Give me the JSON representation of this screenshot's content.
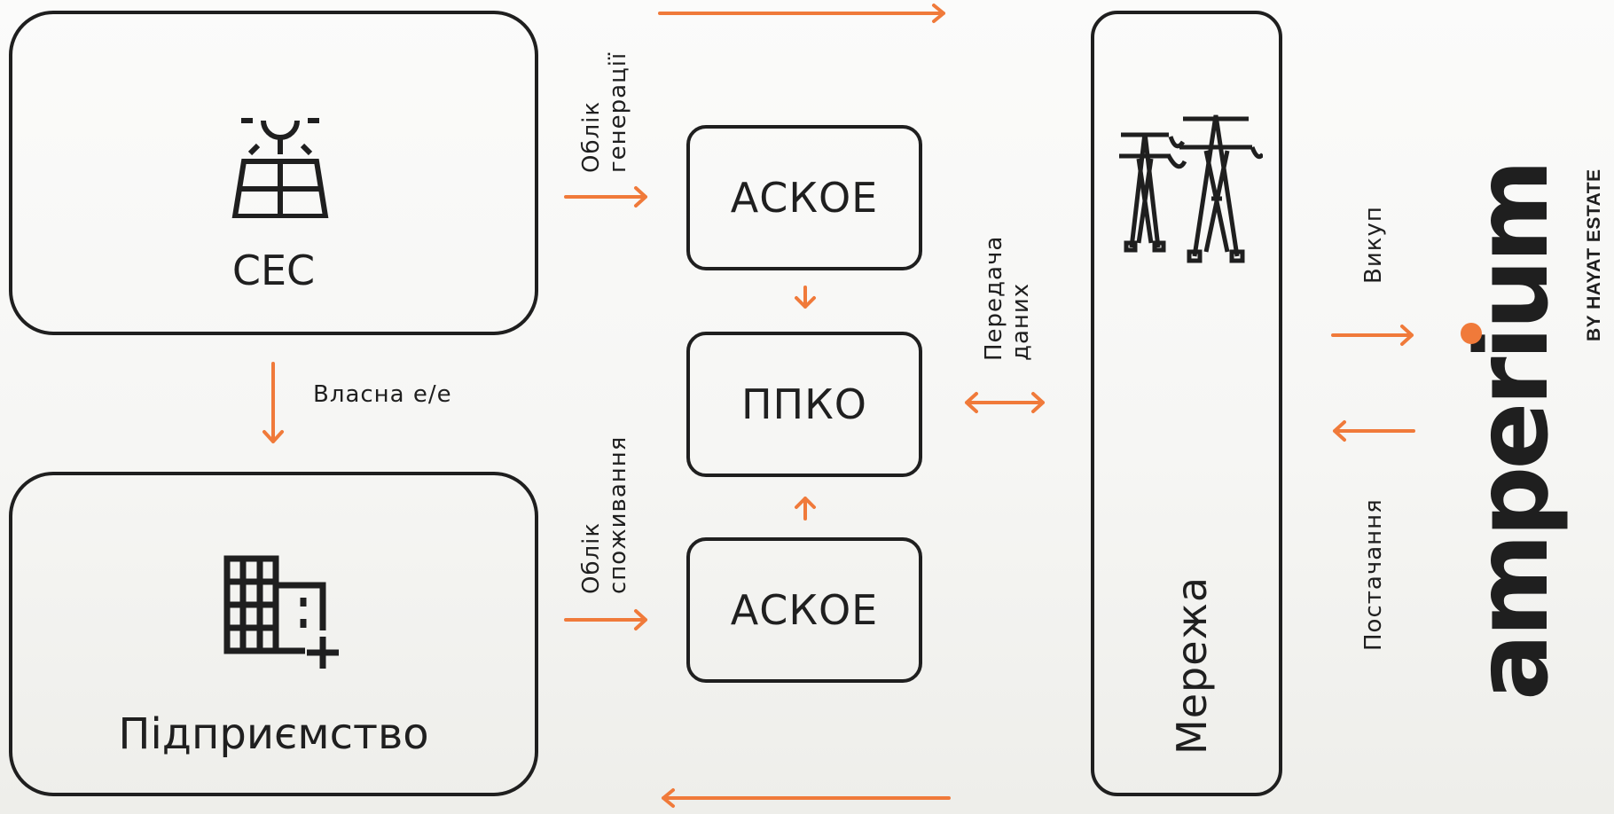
{
  "nodes": {
    "ces": {
      "label": "СЕС",
      "icon": "solar-panel-icon"
    },
    "enterprise": {
      "label": "Підприємство",
      "icon": "building-icon"
    },
    "askoe_top": {
      "label": "АСКОЕ"
    },
    "ppko": {
      "label": "ППКО"
    },
    "askoe_bottom": {
      "label": "АСКОЕ"
    },
    "grid": {
      "label": "Мережа",
      "icon": "power-pylon-icon"
    }
  },
  "labels": {
    "own_energy": "Власна е/е",
    "generation_metering": "Облік\nгенерації",
    "consumption_metering": "Облік\nспоживання",
    "data_transfer": "Передача\nданих",
    "purchase": "Викуп",
    "supply": "Постачання"
  },
  "brand": {
    "logo_text": "amperium",
    "tagline": "BY HAYAT ESTATE"
  },
  "colors": {
    "accent": "#f07a3a",
    "stroke": "#1f1f1f"
  }
}
